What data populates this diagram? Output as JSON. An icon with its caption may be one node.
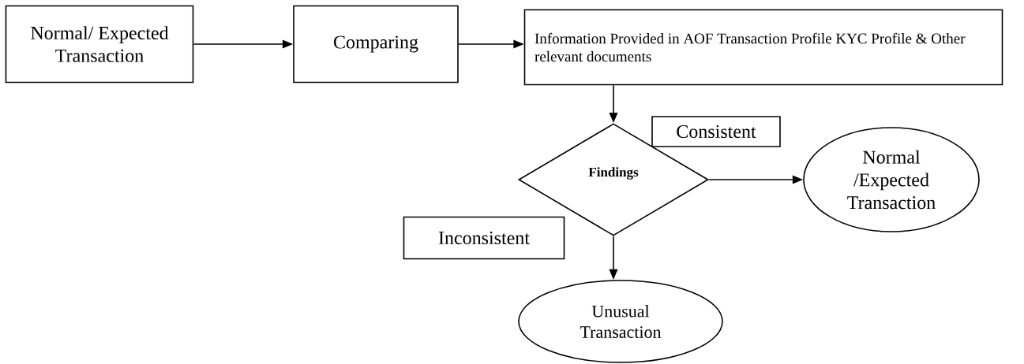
{
  "diagram": {
    "nodes": [
      {
        "text": [
          "Normal/ Expected Transaction"
        ]
      },
      {
        "text": [
          "Comparing"
        ]
      },
      {
        "text": [
          "Information Provided in AOF Transaction Profile KYC Profile & Other relevant documents"
        ]
      },
      {
        "text": [
          "**Findings**"
        ]
      },
      {
        "text": [
          "Consistent"
        ]
      },
      {
        "text": [
          "Normal /Expected Transaction"
        ]
      },
      {
        "text": [
          "Inconsistent"
        ]
      },
      {
        "text": [
          "Unusual Transaction"
        ]
      }
    ],
    "edges": [
      {
        "from": 0,
        "to": 1,
        "arrow": "to"
      },
      {
        "from": 1,
        "to": 2,
        "arrow": "to"
      },
      {
        "from": 2,
        "to": 3,
        "arrow": "to"
      },
      {
        "from": 3,
        "to": 5,
        "arrow": "to"
      },
      {
        "from": 3,
        "to": 7,
        "arrow": "to"
      }
    ]
  }
}
